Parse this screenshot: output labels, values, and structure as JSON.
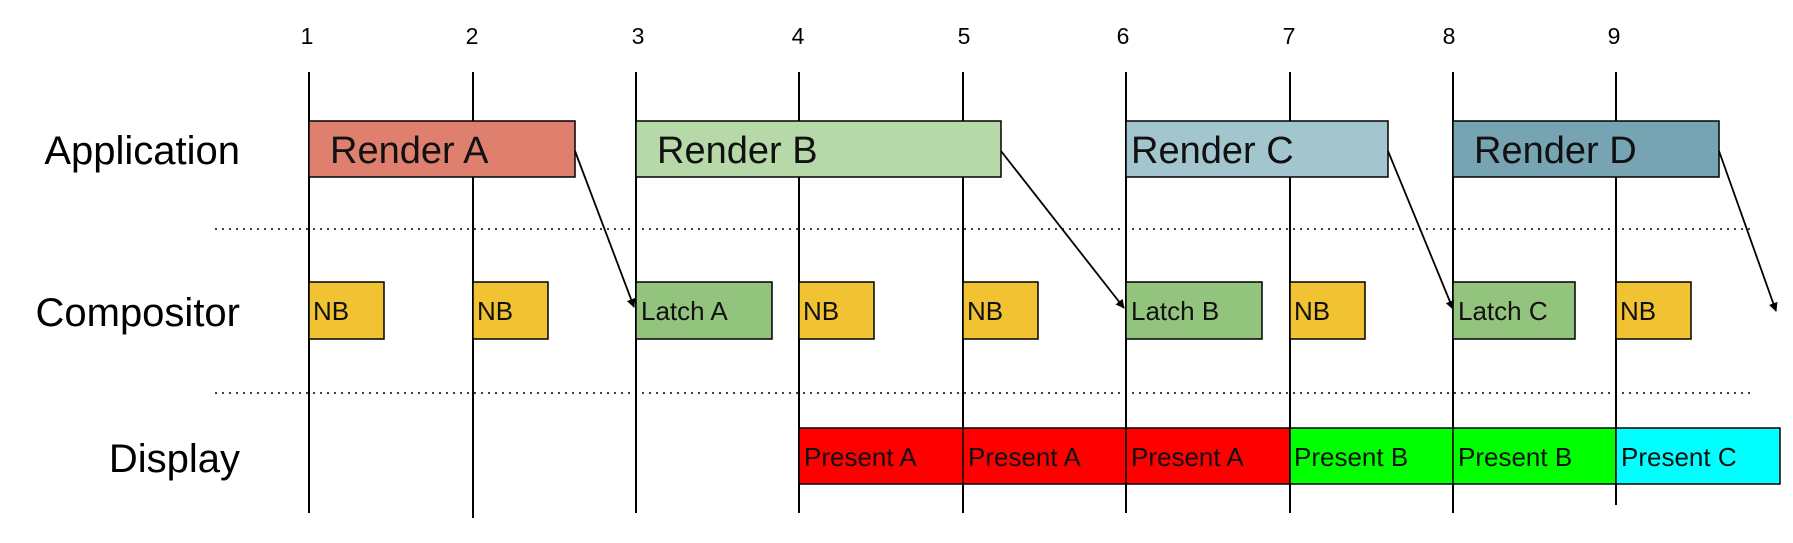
{
  "ticks": [
    "1",
    "2",
    "3",
    "4",
    "5",
    "6",
    "7",
    "8",
    "9"
  ],
  "lanes": {
    "application": "Application",
    "compositor": "Compositor",
    "display": "Display"
  },
  "application": {
    "render_a": "Render A",
    "render_b": "Render B",
    "render_c": "Render C",
    "render_d": "Render D"
  },
  "compositor": {
    "nb": "NB",
    "latch_a": "Latch A",
    "latch_b": "Latch B",
    "latch_c": "Latch C"
  },
  "display": {
    "present_a": "Present A",
    "present_b": "Present B",
    "present_c": "Present C"
  },
  "colors": {
    "render_a": "#df806e",
    "render_b": "#b7d9a9",
    "render_c": "#a3c5cd",
    "render_d": "#76a4b3",
    "nb": "#f1c232",
    "latch": "#93c47d",
    "present_a": "#ff0000",
    "present_b": "#00ff00",
    "present_c": "#00ffff"
  }
}
